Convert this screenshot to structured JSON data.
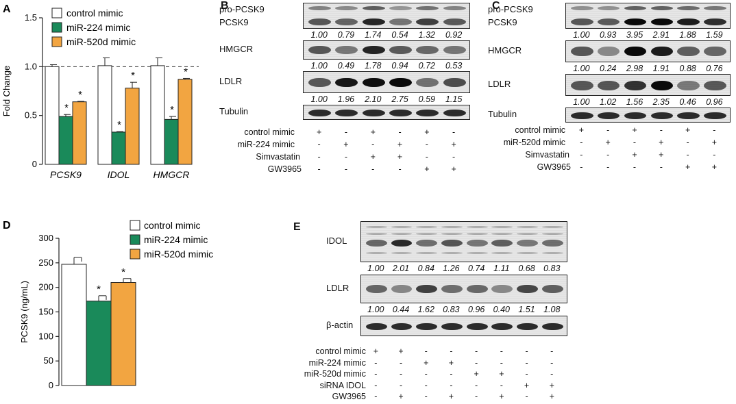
{
  "panels": {
    "A": {
      "label": "A",
      "chart_data": {
        "type": "bar",
        "categories": [
          "PCSK9",
          "IDOL",
          "HMGCR"
        ],
        "series": [
          {
            "name": "control mimic",
            "color": "#ffffff",
            "values": [
              1.0,
              1.01,
              1.01
            ],
            "err": [
              0.02,
              0.08,
              0.08
            ],
            "sig": [
              false,
              false,
              false
            ]
          },
          {
            "name": "miR-224 mimic",
            "color": "#1a8a5a",
            "values": [
              0.49,
              0.33,
              0.46
            ],
            "err": [
              0.02,
              0.005,
              0.03
            ],
            "sig": [
              true,
              true,
              true
            ]
          },
          {
            "name": "miR-520d mimic",
            "color": "#f2a541",
            "values": [
              0.64,
              0.78,
              0.87
            ],
            "err": [
              0.005,
              0.06,
              0.01
            ],
            "sig": [
              true,
              true,
              true
            ]
          }
        ],
        "ylabel": "Fold Change",
        "ylim": [
          0,
          1.5
        ],
        "yticks": [
          "0",
          "0.5",
          "1.0",
          "1.5"
        ],
        "yticks_values": [
          0,
          0.5,
          1.0,
          1.5
        ],
        "reference_line": 1.0,
        "sig_marker": "*"
      }
    },
    "B": {
      "label": "B",
      "blots": [
        {
          "name": "pro-PCSK9",
          "label2": "PCSK9",
          "quant": [
            "1.00",
            "0.79",
            "1.74",
            "0.54",
            "1.32",
            "0.92"
          ]
        },
        {
          "name": "HMGCR",
          "quant": [
            "1.00",
            "0.49",
            "1.78",
            "0.94",
            "0.72",
            "0.53"
          ]
        },
        {
          "name": "LDLR",
          "quant": [
            "1.00",
            "1.96",
            "2.10",
            "2.75",
            "0.59",
            "1.15"
          ]
        },
        {
          "name": "Tubulin"
        }
      ],
      "conditions": [
        {
          "name": "control mimic",
          "signs": [
            "+",
            "-",
            "+",
            "-",
            "+",
            "-"
          ]
        },
        {
          "name": "miR-224 mimic",
          "signs": [
            "-",
            "+",
            "-",
            "+",
            "-",
            "+"
          ]
        },
        {
          "name": "Simvastatin",
          "signs": [
            "-",
            "-",
            "+",
            "+",
            "-",
            "-"
          ]
        },
        {
          "name": "GW3965",
          "signs": [
            "-",
            "-",
            "-",
            "-",
            "+",
            "+"
          ]
        }
      ]
    },
    "C": {
      "label": "C",
      "blots": [
        {
          "name": "pro-PCSK9",
          "label2": "PCSK9",
          "quant": [
            "1.00",
            "0.93",
            "3.95",
            "2.91",
            "1.88",
            "1.59"
          ]
        },
        {
          "name": "HMGCR",
          "quant": [
            "1.00",
            "0.24",
            "2.98",
            "1.91",
            "0.88",
            "0.76"
          ]
        },
        {
          "name": "LDLR",
          "quant": [
            "1.00",
            "1.02",
            "1.56",
            "2.35",
            "0.46",
            "0.96"
          ]
        },
        {
          "name": "Tubulin"
        }
      ],
      "conditions": [
        {
          "name": "control mimic",
          "signs": [
            "+",
            "-",
            "+",
            "-",
            "+",
            "-"
          ]
        },
        {
          "name": "miR-520d mimic",
          "signs": [
            "-",
            "+",
            "-",
            "+",
            "-",
            "+"
          ]
        },
        {
          "name": "Simvastatin",
          "signs": [
            "-",
            "-",
            "+",
            "+",
            "-",
            "-"
          ]
        },
        {
          "name": "GW3965",
          "signs": [
            "-",
            "-",
            "-",
            "-",
            "+",
            "+"
          ]
        }
      ]
    },
    "D": {
      "label": "D",
      "chart_data": {
        "type": "bar",
        "categories": [
          "control mimic",
          "miR-224 mimic",
          "miR-520d mimic"
        ],
        "series": [
          {
            "name": "control mimic",
            "color": "#ffffff",
            "value": 247,
            "err": 14,
            "sig": false
          },
          {
            "name": "miR-224 mimic",
            "color": "#1a8a5a",
            "value": 172,
            "err": 11,
            "sig": true
          },
          {
            "name": "miR-520d mimic",
            "color": "#f2a541",
            "value": 210,
            "err": 8,
            "sig": true
          }
        ],
        "ylabel": "PCSK9 (ng/mL)",
        "ylim": [
          0,
          300
        ],
        "yticks": [
          "0",
          "50",
          "100",
          "150",
          "200",
          "250",
          "300"
        ],
        "yticks_values": [
          0,
          50,
          100,
          150,
          200,
          250,
          300
        ],
        "sig_marker": "*"
      }
    },
    "E": {
      "label": "E",
      "blots": [
        {
          "name": "IDOL",
          "quant": [
            "1.00",
            "2.01",
            "0.84",
            "1.26",
            "0.74",
            "1.11",
            "0.68",
            "0.83"
          ]
        },
        {
          "name": "LDLR",
          "quant": [
            "1.00",
            "0.44",
            "1.62",
            "0.83",
            "0.96",
            "0.40",
            "1.51",
            "1.08"
          ]
        },
        {
          "name": "β-actin"
        }
      ],
      "conditions": [
        {
          "name": "control mimic",
          "signs": [
            "+",
            "+",
            "-",
            "-",
            "-",
            "-",
            "-",
            "-"
          ]
        },
        {
          "name": "miR-224 mimic",
          "signs": [
            "-",
            "-",
            "+",
            "+",
            "-",
            "-",
            "-",
            "-"
          ]
        },
        {
          "name": "miR-520d mimic",
          "signs": [
            "-",
            "-",
            "-",
            "-",
            "+",
            "+",
            "-",
            "-"
          ]
        },
        {
          "name": "siRNA IDOL",
          "signs": [
            "-",
            "-",
            "-",
            "-",
            "-",
            "-",
            "+",
            "+"
          ]
        },
        {
          "name": "GW3965",
          "signs": [
            "-",
            "+",
            "-",
            "+",
            "-",
            "+",
            "-",
            "+"
          ]
        }
      ]
    }
  }
}
